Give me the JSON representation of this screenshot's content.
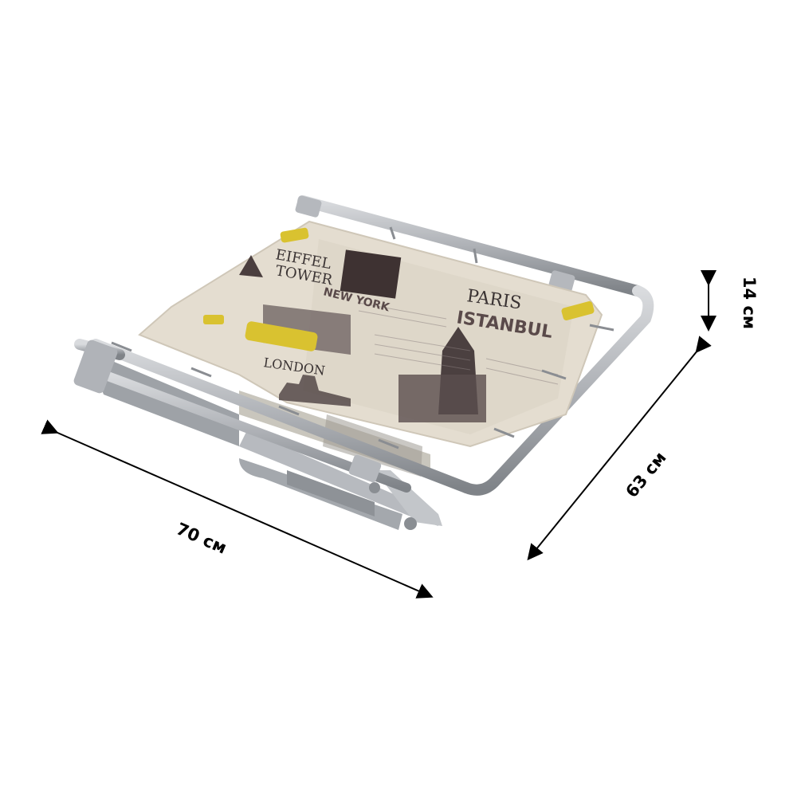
{
  "product_image": {
    "alt": "Folding bed frame with city-print fabric",
    "fabric_print": {
      "words": [
        "EIFFEL",
        "TOWER",
        "PARIS",
        "ISTANBUL",
        "NEW YORK",
        "LONDON"
      ]
    },
    "frame_color": "#a9acb1",
    "fabric_color": "#e4ddd0"
  },
  "dimensions": {
    "width": "70 см",
    "depth": "63 см",
    "height": "14 см"
  }
}
